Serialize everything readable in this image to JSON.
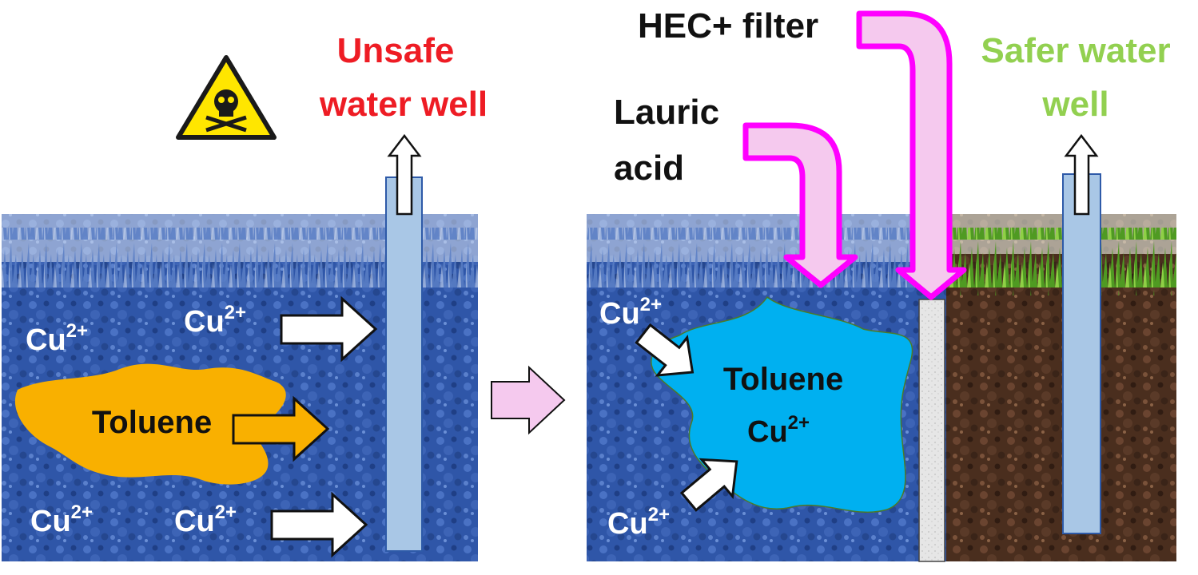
{
  "left_scene": {
    "title_line1": "Unsafe",
    "title_line2": "water well",
    "title_color": "#ee1c24",
    "hazard_icon": "skull-crossbones-warning-icon",
    "toluene_label": "Toluene",
    "ion_base": "Cu",
    "ion_charge": "2+",
    "plume_color": "#f9b000",
    "soil_color": "#2f56a8"
  },
  "transition_arrow_icon": "right-arrow-icon",
  "right_scene": {
    "title_line1": "Safer water",
    "title_line2": "well",
    "title_color": "#92d050",
    "lauric_line1": "Lauric",
    "lauric_line2": "acid",
    "filter_label": "HEC+ filter",
    "toluene_label": "Toluene",
    "ion_base": "Cu",
    "ion_charge": "2+",
    "blob_color": "#00b0f0",
    "arrow_color": "#ff00ff",
    "clean_soil_color": "#4a2e1e"
  }
}
